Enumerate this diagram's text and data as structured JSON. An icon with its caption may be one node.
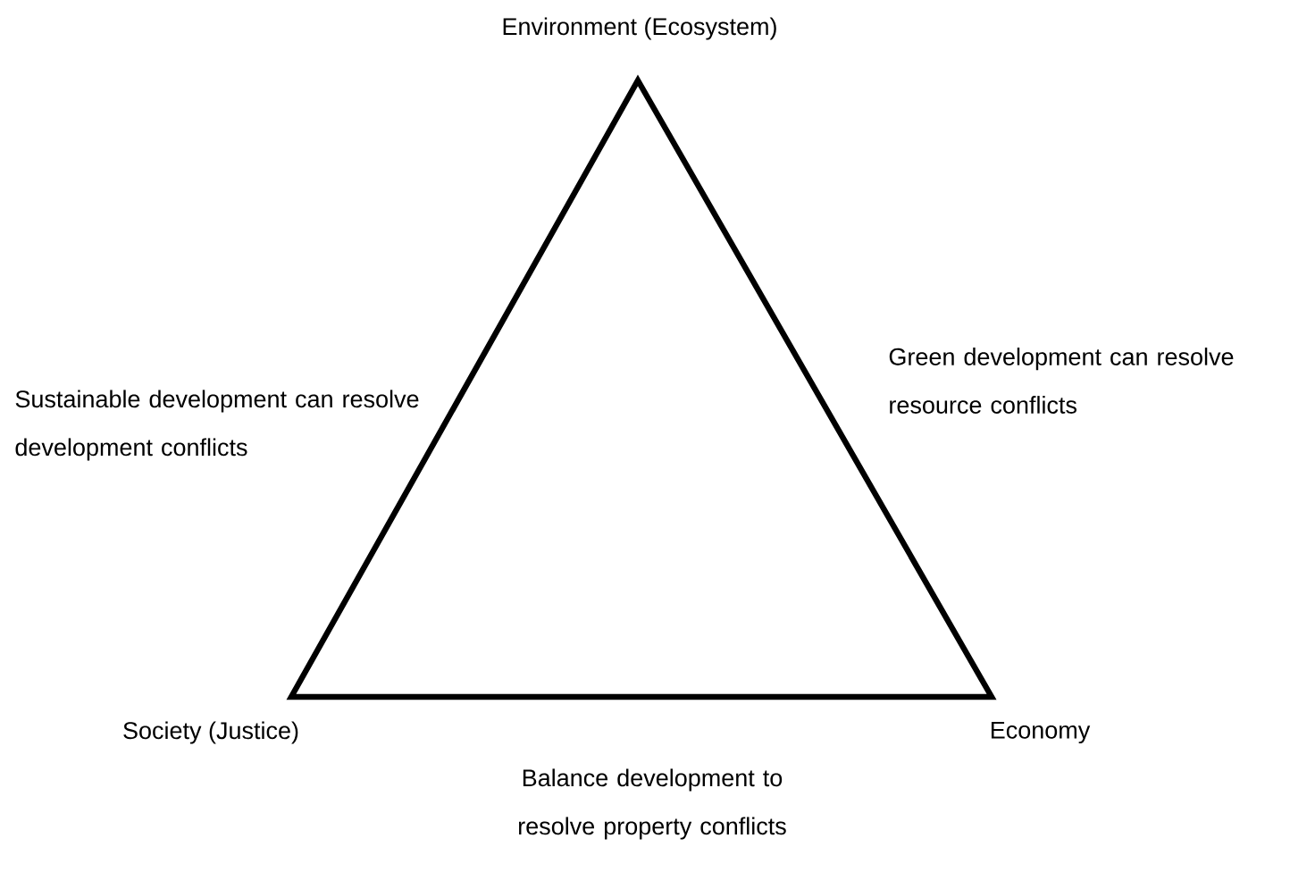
{
  "diagram": {
    "labels": [
      "Environment (Ecosystem)",
      "Sustainable development can resolve development conflicts",
      "Green development can resolve resource conflicts",
      "Society (Justice)",
      "Economy",
      "Balance development to resolve property conflicts"
    ]
  }
}
